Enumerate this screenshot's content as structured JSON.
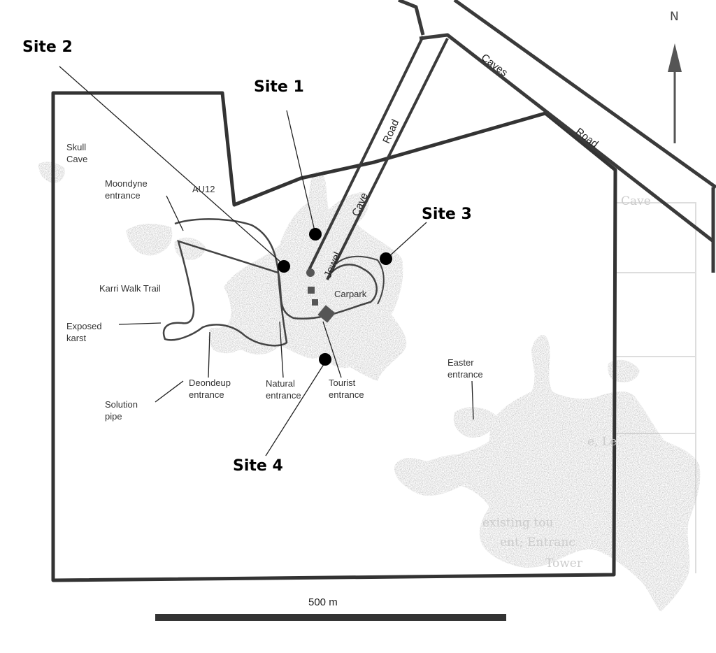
{
  "map": {
    "north_label": "N",
    "scale_label": "500 m",
    "roads": {
      "caves_a": "Caves",
      "caves_b": "Road",
      "jewel": "Jewel",
      "cave": "Cave",
      "road": "Road"
    },
    "sites": {
      "site1": "Site 1",
      "site2": "Site 2",
      "site3": "Site 3",
      "site4": "Site 4"
    },
    "features": {
      "skull_cave": [
        "Skull",
        "Cave"
      ],
      "moondyne": [
        "Moondyne",
        "entrance"
      ],
      "au12": "AU12",
      "karri_walk": "Karri Walk Trail",
      "exposed_karst": [
        "Exposed",
        "karst"
      ],
      "deondeup": [
        "Deondeup",
        "entrance"
      ],
      "natural": [
        "Natural",
        "entrance"
      ],
      "tourist": [
        "Tourist",
        "entrance"
      ],
      "carpark": "Carpark",
      "solution_pipe": [
        "Solution",
        "pipe"
      ],
      "easter": [
        "Easter",
        "entrance"
      ]
    },
    "background_text": [
      "Cave",
      "e, Le",
      "existing tou",
      "ent; Entranc",
      "Tower"
    ],
    "colors": {
      "ink": "#333333",
      "cave": "#8a8a8a",
      "site_dot": "#000000"
    }
  }
}
